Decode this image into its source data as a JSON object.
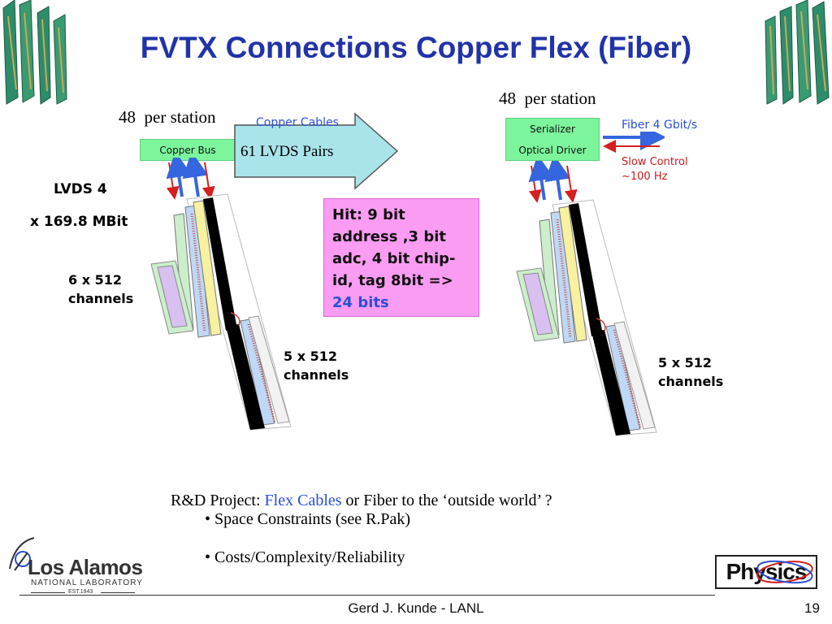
{
  "slide": {
    "title": "FVTX Connections Copper Flex (Fiber)",
    "page_number": "19",
    "footer": "Gerd J. Kunde - LANL"
  },
  "left_diagram": {
    "per_station": "48  per station",
    "copper_bus": "Copper Bus",
    "copper_cables": "Copper Cables",
    "lvds_pairs": "61 LVDS Pairs",
    "lvds_rate_1": "LVDS 4",
    "lvds_rate_2": "x 169.8 MBit",
    "channels_small_1": "6 x 512",
    "channels_small_2": "channels",
    "channels_large_1": "5 x 512",
    "channels_large_2": "channels"
  },
  "hit_box": {
    "text": "Hit:  9 bit address ,3 bit adc, 4 bit chip-id, tag 8bit =>",
    "highlight": "24 bits"
  },
  "right_diagram": {
    "per_station": "48  per station",
    "serializer": "Serializer",
    "optical_driver": "Optical Driver",
    "fiber": "Fiber 4 Gbit/s",
    "slow_control_1": "Slow Control",
    "slow_control_2": "~100 Hz",
    "channels_1": "5 x 512",
    "channels_2": "channels"
  },
  "project": {
    "prefix": "R&D Project: ",
    "highlight": "Flex Cables",
    "suffix": " or Fiber to the ‘outside world’ ?",
    "bullet_1": "• Space Constraints (see R.Pak)",
    "bullet_2": "• Costs/Complexity/Reliability"
  },
  "logos": {
    "lanl_1": "Los Alamos",
    "lanl_2": "NATIONAL LABORATORY",
    "lanl_3": "EST.1943",
    "physics": "Physics"
  },
  "colors": {
    "title": "#2233a8",
    "green_box": "#7df59c",
    "pink_box": "#fb9cf3",
    "accent_blue": "#2a4fd8",
    "accent_red": "#cc1a1a"
  }
}
